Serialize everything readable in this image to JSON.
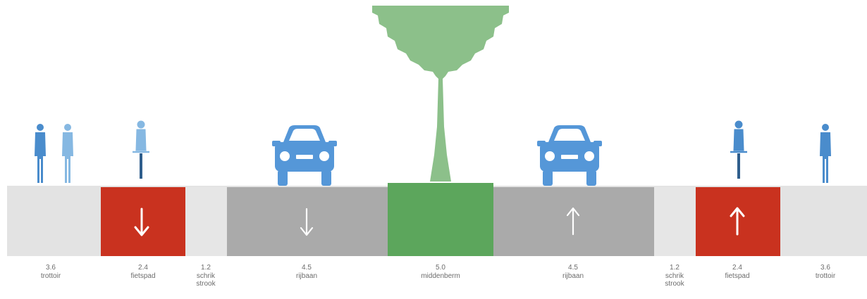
{
  "colors": {
    "sidewalk": "#e3e3e3",
    "cycle_path": "#c9321f",
    "buffer": "#e6e6e6",
    "carriageway": "#aaaaaa",
    "median": "#5ca65c",
    "tree": "#8cc08a",
    "person_dark": "#4a8ccc",
    "person_light": "#86b8e2",
    "car": "#5597d8",
    "arrow": "#ffffff",
    "label_text": "#6c6c6c"
  },
  "icons": [
    "person-icon",
    "cyclist-icon",
    "car-icon",
    "tree-icon",
    "arrow-down-icon",
    "arrow-up-icon"
  ],
  "cross_section": {
    "strips": [
      {
        "width_label": "3.6",
        "name_label": "trottoir",
        "type": "sidewalk"
      },
      {
        "width_label": "2.4",
        "name_label": "fietspad",
        "type": "cycle_path",
        "direction": "down"
      },
      {
        "width_label": "1.2",
        "name_label": "schrik\nstrook",
        "type": "buffer"
      },
      {
        "width_label": "4.5",
        "name_label": "rijbaan",
        "type": "carriageway",
        "direction": "down"
      },
      {
        "width_label": "5.0",
        "name_label": "middenberm",
        "type": "median"
      },
      {
        "width_label": "4.5",
        "name_label": "rijbaan",
        "type": "carriageway",
        "direction": "up"
      },
      {
        "width_label": "1.2",
        "name_label": "schrik\nstrook",
        "type": "buffer"
      },
      {
        "width_label": "2.4",
        "name_label": "fietspad",
        "type": "cycle_path",
        "direction": "up"
      },
      {
        "width_label": "3.6",
        "name_label": "trottoir",
        "type": "sidewalk"
      }
    ]
  }
}
